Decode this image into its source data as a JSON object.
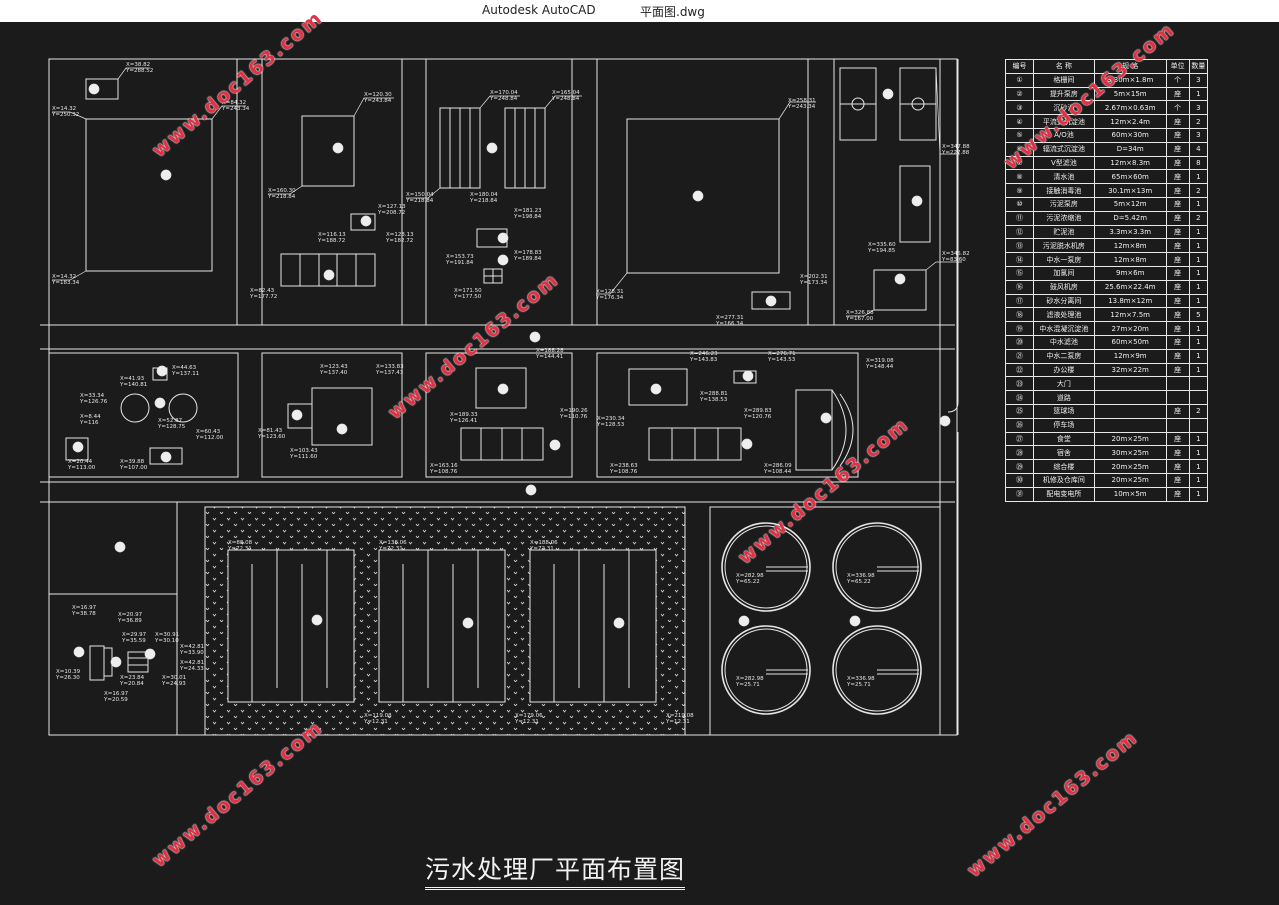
{
  "window": {
    "app_name": "Autodesk AutoCAD",
    "file_name": "平面图.dwg"
  },
  "drawing": {
    "title": "污水处理厂平面布置图",
    "watermark_text": "www.doc163.com",
    "colors": {
      "background": "#1b1b1b",
      "lines": "#e6e6e6",
      "watermark": "#e03245"
    }
  },
  "legend": {
    "headers": [
      "编号",
      "名 称",
      "规 格",
      "单位",
      "数量"
    ],
    "rows": [
      [
        "①",
        "格栅间",
        "3.30m×1.8m",
        "个",
        "3"
      ],
      [
        "②",
        "提升泵房",
        "5m×15m",
        "座",
        "1"
      ],
      [
        "③",
        "沉砂池",
        "2.67m×0.63m",
        "个",
        "3"
      ],
      [
        "④",
        "平流式沉淀池",
        "12m×2.4m",
        "座",
        "2"
      ],
      [
        "⑤",
        "A/O池",
        "60m×30m",
        "座",
        "3"
      ],
      [
        "⑥",
        "辐流式沉淀池",
        "D=34m",
        "座",
        "4"
      ],
      [
        "⑦",
        "V型滤池",
        "12m×8.3m",
        "座",
        "8"
      ],
      [
        "⑧",
        "清水池",
        "65m×60m",
        "座",
        "1"
      ],
      [
        "⑨",
        "接触消毒池",
        "30.1m×13m",
        "座",
        "2"
      ],
      [
        "⑩",
        "污泥泵房",
        "5m×12m",
        "座",
        "1"
      ],
      [
        "⑪",
        "污泥浓缩池",
        "D=5.42m",
        "座",
        "2"
      ],
      [
        "⑫",
        "贮泥池",
        "3.3m×3.3m",
        "座",
        "1"
      ],
      [
        "⑬",
        "污泥脱水机房",
        "12m×8m",
        "座",
        "1"
      ],
      [
        "⑭",
        "中水一泵房",
        "12m×8m",
        "座",
        "1"
      ],
      [
        "⑮",
        "加氯间",
        "9m×6m",
        "座",
        "1"
      ],
      [
        "⑯",
        "鼓风机房",
        "25.6m×22.4m",
        "座",
        "1"
      ],
      [
        "⑰",
        "砂水分离间",
        "13.8m×12m",
        "座",
        "1"
      ],
      [
        "⑱",
        "滤液处理池",
        "12m×7.5m",
        "座",
        "5"
      ],
      [
        "⑲",
        "中水混凝沉淀池",
        "27m×20m",
        "座",
        "1"
      ],
      [
        "⑳",
        "中水滤池",
        "60m×50m",
        "座",
        "1"
      ],
      [
        "㉑",
        "中水二泵房",
        "12m×9m",
        "座",
        "1"
      ],
      [
        "㉒",
        "办公楼",
        "32m×22m",
        "座",
        "1"
      ],
      [
        "㉓",
        "大门",
        "",
        "",
        ""
      ],
      [
        "㉔",
        "道路",
        "",
        "",
        ""
      ],
      [
        "㉕",
        "篮球场",
        "",
        "座",
        "2"
      ],
      [
        "㉖",
        "停车场",
        "",
        "",
        ""
      ],
      [
        "㉗",
        "食堂",
        "20m×25m",
        "座",
        "1"
      ],
      [
        "㉘",
        "宿舍",
        "30m×25m",
        "座",
        "1"
      ],
      [
        "㉙",
        "综合楼",
        "20m×25m",
        "座",
        "1"
      ],
      [
        "㉚",
        "机修及仓库间",
        "20m×25m",
        "座",
        "1"
      ],
      [
        "㉛",
        "配电变电所",
        "10m×5m",
        "座",
        "1"
      ]
    ]
  },
  "labels": {
    "c1a": "X=38.82",
    "c1b": "Y=288.52",
    "c2a": "X=14.32",
    "c2b": "Y=250.32",
    "c3a": "X=84.32",
    "c3b": "Y=243.34",
    "c4a": "X=14.32",
    "c4b": "Y=183.34",
    "c5a": "X=120.30",
    "c5b": "Y=243.84",
    "c6a": "X=160.30",
    "c6b": "Y=218.84",
    "c7a": "X=170.04",
    "c7b": "Y=248.84",
    "c8a": "X=165.04",
    "c8b": "Y=248.84",
    "c9a": "X=150.04",
    "c9b": "Y=218.84",
    "c10a": "X=180.04",
    "c10b": "Y=218.84",
    "c11a": "X=258.31",
    "c11b": "Y=243.34",
    "c12a": "X=128.31",
    "c12b": "Y=176.34",
    "c13a": "X=277.31",
    "c13b": "Y=166.34",
    "c14a": "X=202.31",
    "c14b": "Y=173.34",
    "c15a": "X=347.88",
    "c15b": "Y=227.88",
    "c16a": "X=335.60",
    "c16b": "Y=194.85",
    "c17a": "X=345.82",
    "c17b": "Y=83.60",
    "c18a": "X=326.88",
    "c18b": "Y=167.00",
    "c19a": "X=127.13",
    "c19b": "Y=208.72",
    "c20a": "X=116.13",
    "c20b": "Y=188.72",
    "c21a": "X=123.13",
    "c21b": "Y=182.72",
    "c22a": "X=82.43",
    "c22b": "Y=177.72",
    "c23a": "X=181.23",
    "c23b": "Y=198.84",
    "c24a": "X=153.73",
    "c24b": "Y=191.84",
    "c25a": "X=178.83",
    "c25b": "Y=189.84",
    "c26a": "X=171.50",
    "c26b": "Y=177.50",
    "c27a": "X=44.63",
    "c27b": "Y=137.11",
    "c28a": "X=41.93",
    "c28b": "Y=140.81",
    "c29a": "X=33.34",
    "c29b": "Y=126.76",
    "c30a": "X=8.44",
    "c30b": "Y=116",
    "c31a": "X=52.87",
    "c31b": "Y=128.75",
    "c32a": "X=60.43",
    "c32b": "Y=112.00",
    "c33a": "X=20.44",
    "c33b": "Y=113.00",
    "c34a": "X=39.88",
    "c34b": "Y=107.00",
    "c35a": "X=123.43",
    "c35b": "Y=137.40",
    "c36a": "X=133.83",
    "c36b": "Y=137.43",
    "c37a": "X=81.43",
    "c37b": "Y=123.60",
    "c38a": "X=103.43",
    "c38b": "Y=111.60",
    "c39a": "X=188.28",
    "c39b": "Y=144.41",
    "c40a": "X=189.33",
    "c40b": "Y=126.41",
    "c41a": "X=190.26",
    "c41b": "Y=110.76",
    "c42a": "X=163.16",
    "c42b": "Y=108.76",
    "c43a": "X=246.23",
    "c43b": "Y=143.83",
    "c44a": "X=276.71",
    "c44b": "Y=143.53",
    "c45a": "X=288.81",
    "c45b": "Y=138.53",
    "c46a": "X=230.34",
    "c46b": "Y=128.53",
    "c47a": "X=289.83",
    "c47b": "Y=120.76",
    "c48a": "X=238.63",
    "c48b": "Y=108.76",
    "c49a": "X=286.09",
    "c49b": "Y=108.44",
    "c50a": "X=319.08",
    "c50b": "Y=148.44",
    "c51a": "X=88.08",
    "c51b": "Y=72.31",
    "c52a": "X=138.06",
    "c52b": "Y=72.31",
    "c53a": "X=188.06",
    "c53b": "Y=72.31",
    "c54a": "X=119.08",
    "c54b": "Y=12.31",
    "c55a": "X=179.06",
    "c55b": "Y=12.31",
    "c56a": "X=219.08",
    "c56b": "Y=12.31",
    "c57a": "X=282.98",
    "c57b": "Y=65.22",
    "c58a": "X=336.98",
    "c58b": "Y=65.22",
    "c59a": "X=282.98",
    "c59b": "Y=25.71",
    "c60a": "X=336.98",
    "c60b": "Y=25.71",
    "c61a": "X=16.97",
    "c61b": "Y=38.78",
    "c62a": "X=20.97",
    "c62b": "Y=36.89",
    "c63a": "X=29.97",
    "c63b": "Y=35.59",
    "c64a": "X=30.91",
    "c64b": "Y=30.10",
    "c65a": "X=42.81",
    "c65b": "Y=33.90",
    "c66a": "X=42.81",
    "c66b": "Y=24.33",
    "c67a": "X=10.39",
    "c67b": "Y=26.30",
    "c68a": "X=23.84",
    "c68b": "Y=20.84",
    "c69a": "X=30.01",
    "c69b": "Y=24.93",
    "c70a": "X=16.97",
    "c70b": "Y=20.59",
    "n1": "①",
    "n2": "②",
    "n3": "③",
    "n4": "④",
    "n5": "⑤",
    "n6": "⑥",
    "n7": "⑦",
    "n8": "⑧",
    "n9": "⑨",
    "n10": "⑩",
    "n11": "⑪",
    "n12": "⑫",
    "n13": "⑬",
    "n14": "⑭",
    "n15": "⑮",
    "n16": "⑯",
    "n17": "⑰",
    "n18": "⑱",
    "n19": "⑲",
    "n20": "⑳",
    "n21": "㉑",
    "n22": "㉒",
    "n23": "㉓",
    "n24": "㉔",
    "n25": "㉕",
    "n26": "㉖",
    "n27": "㉗",
    "n28": "㉘",
    "n29": "㉙",
    "n30": "㉚",
    "n31": "㉛"
  }
}
